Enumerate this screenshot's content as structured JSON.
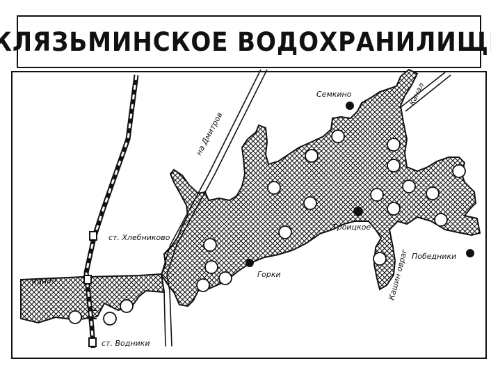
{
  "title": "КЛЯЗЬМИНСКОЕ ВОДОХРАНИЛИЩЕ",
  "labels": {
    "semkino": "Семкино",
    "kanal_right": "канал",
    "to_dmitrov": "на Дмитров",
    "st_khlebnikovo": "ст. Хлебниково",
    "troitskoe": "Троицкое",
    "kashin_ovrag": "Кашин овраг",
    "pobedniki": "Победники",
    "gorki": "Горки",
    "kanal_left": "Канал",
    "st_vodniki": "ст. Водники"
  },
  "colors": {
    "ink": "#111111",
    "paper": "#ffffff"
  }
}
